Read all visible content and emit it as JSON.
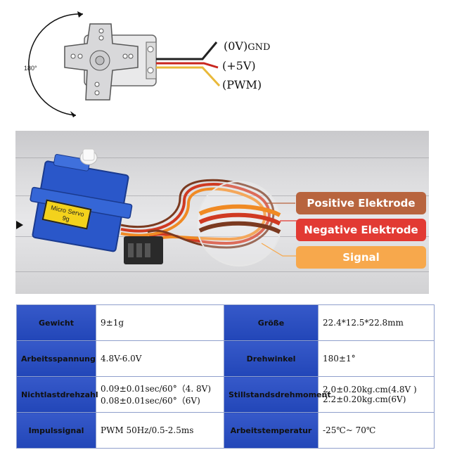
{
  "diagram": {
    "rotation_label": "180°",
    "wires": [
      {
        "signal": "(0V)",
        "suffix": "GND",
        "color": "#222222"
      },
      {
        "signal": "(+5V)",
        "suffix": "",
        "color": "#c8261e"
      },
      {
        "signal": "(PWM)",
        "suffix": "",
        "color": "#e9b93a"
      }
    ]
  },
  "photo": {
    "servo_label": [
      "Micro Servo",
      "9g"
    ],
    "pills": [
      {
        "label": "Positive Elektrode",
        "color": "#b8643e"
      },
      {
        "label": "Negative Elektrode",
        "color": "#e23a33"
      },
      {
        "label": "Signal",
        "color": "#f7a84c"
      }
    ]
  },
  "specs": {
    "rows": [
      {
        "k1": "Gewicht",
        "v1": [
          "9±1g"
        ],
        "k2": "Größe",
        "v2": [
          "22.4*12.5*22.8mm"
        ]
      },
      {
        "k1": "Arbeitsspannung",
        "v1": [
          "4.8V-6.0V"
        ],
        "k2": "Drehwinkel",
        "v2": [
          "180±1°"
        ]
      },
      {
        "k1": "Nichtlastdrehzahl",
        "v1": [
          "0.09±0.01sec/60°（4. 8V)",
          "0.08±0.01sec/60°（6V)"
        ],
        "k2": "Stillstandsdrehmoment",
        "v2": [
          "2.0±0.20kg.cm(4.8V )",
          "2.2±0.20kg.cm(6V)"
        ]
      },
      {
        "k1": "Impulssignal",
        "v1": [
          "PWM 50Hz/0.5-2.5ms"
        ],
        "k2": "Arbeitstemperatur",
        "v2": [
          "-25℃~ 70℃"
        ]
      }
    ]
  }
}
